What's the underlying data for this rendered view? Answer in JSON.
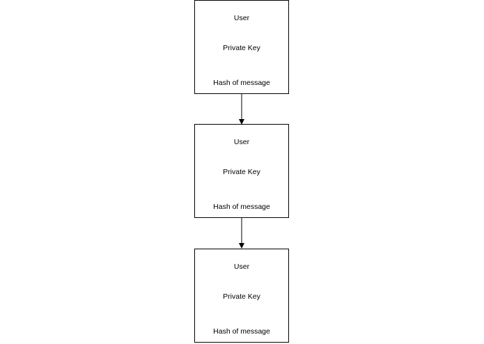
{
  "diagram": {
    "nodes": [
      {
        "id": "node-1",
        "lines": [
          "User",
          "Private Key",
          "Hash of message"
        ]
      },
      {
        "id": "node-2",
        "lines": [
          "User",
          "Private Key",
          "Hash of message"
        ]
      },
      {
        "id": "node-3",
        "lines": [
          "User",
          "Private Key",
          "Hash of message"
        ]
      }
    ],
    "edges": [
      {
        "from": "node-1",
        "to": "node-2"
      },
      {
        "from": "node-2",
        "to": "node-3"
      }
    ],
    "colors": {
      "stroke": "#000000",
      "background": "#ffffff"
    }
  }
}
